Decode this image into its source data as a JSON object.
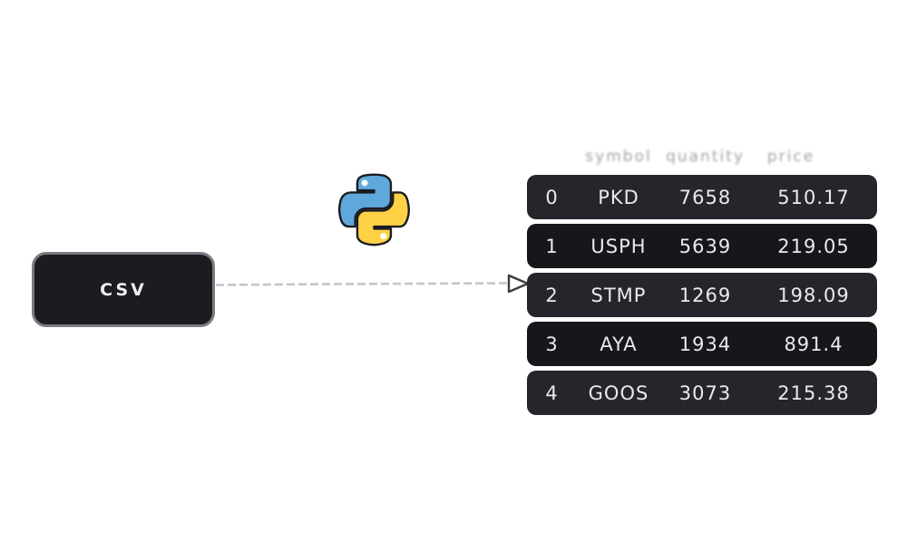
{
  "csv_box": {
    "label": "CSV"
  },
  "python": {
    "blue": "#5fa8dc",
    "yellow": "#ffd245",
    "outline": "#1a1c21",
    "eye": "#ffffff"
  },
  "arrow": {
    "line_color": "#c3c5c8",
    "head_stroke": "#3a3c40"
  },
  "table": {
    "headers": [
      "symbol",
      "quantity",
      "price"
    ],
    "rows": [
      {
        "index": "0",
        "symbol": "PKD",
        "quantity": "7658",
        "price": "510.17"
      },
      {
        "index": "1",
        "symbol": "USPH",
        "quantity": "5639",
        "price": "219.05"
      },
      {
        "index": "2",
        "symbol": "STMP",
        "quantity": "1269",
        "price": "198.09"
      },
      {
        "index": "3",
        "symbol": "AYA",
        "quantity": "1934",
        "price": "891.4"
      },
      {
        "index": "4",
        "symbol": "GOOS",
        "quantity": "3073",
        "price": "215.38"
      }
    ],
    "colors": {
      "row_light": "#24262c",
      "row_dark": "#16171b",
      "cell_text": "#e9eaec",
      "header_text": "#96989c"
    }
  }
}
